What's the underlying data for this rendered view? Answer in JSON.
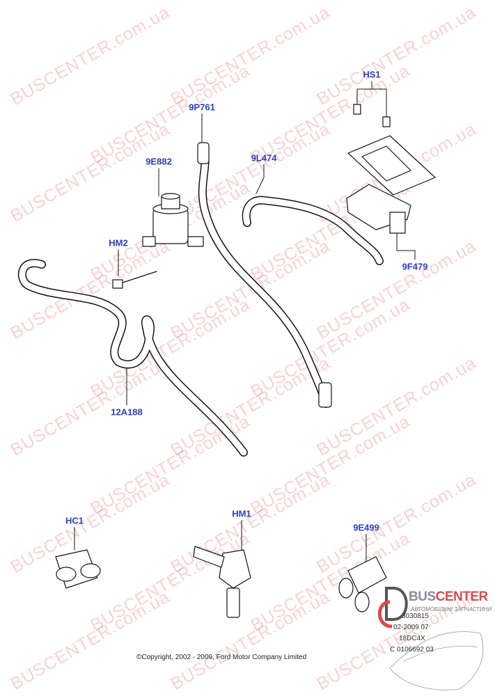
{
  "watermark": {
    "text": "BUSCENTER",
    "suffix": ".com.ua"
  },
  "labels": {
    "p9P761": "9P761",
    "p9E882": "9E882",
    "p9L474": "9L474",
    "pHS1": "HS1",
    "pHM2": "HM2",
    "p9F479": "9F479",
    "p12A188": "12A188",
    "pHC1": "HC1",
    "pHM1": "HM1",
    "p9E499": "9E499"
  },
  "copyright": "©Copyright, 2002 - 2009, Ford Motor Company Limited",
  "logo": {
    "brand_a": "BUS",
    "brand_b": "CENTER",
    "subtitle": "АВТОМОБІЛЬНІ ЗАПЧАСТИНИ"
  },
  "codes": [
    "3030815",
    "02-2009 07",
    "18DC4X",
    "C 0106692 03"
  ],
  "colors": {
    "label": "#2a3fbf",
    "watermark": "#e65a5a"
  }
}
